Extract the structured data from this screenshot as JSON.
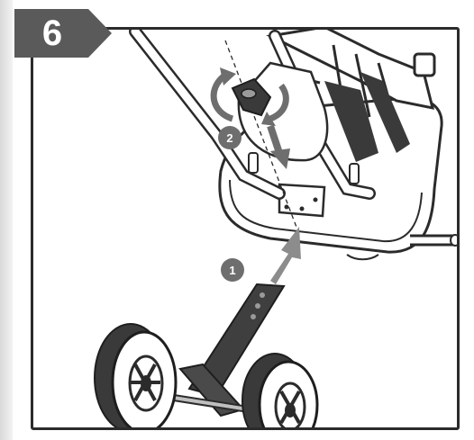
{
  "step": {
    "number": "6"
  },
  "callouts": [
    {
      "label": "1",
      "meaning": "insert-wheel-post"
    },
    {
      "label": "2",
      "meaning": "tighten-knob"
    }
  ],
  "colors": {
    "badge": "#5a5a5a",
    "frame": "#2b2b2b",
    "callout": "#6e6e6e",
    "arrow": "#8c8c8c"
  },
  "icons": [
    "step-badge-icon",
    "rotation-arrow-icon",
    "insert-arrow-icon"
  ]
}
